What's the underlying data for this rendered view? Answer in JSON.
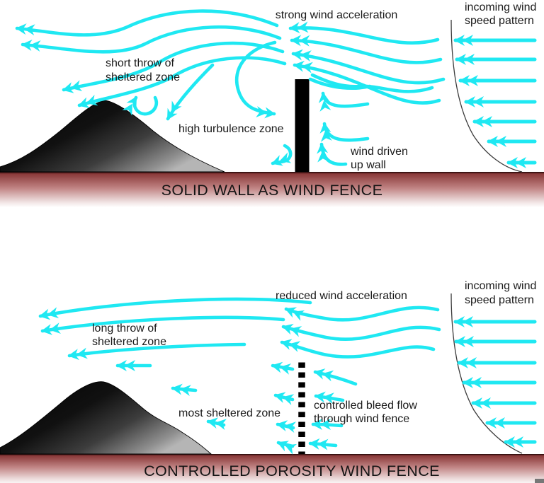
{
  "colors": {
    "arrow": "#1fe8f2",
    "ground": "#8a3939",
    "ink": "#1a1a1a"
  },
  "top_panel": {
    "title": "SOLID WALL AS WIND FENCE",
    "labels": {
      "acceleration": "strong wind acceleration",
      "incoming_line1": "incoming wind",
      "incoming_line2": "speed pattern",
      "throw_line1": "short throw of",
      "throw_line2": "sheltered zone",
      "turbulence": "high turbulence zone",
      "wall_line1": "wind driven",
      "wall_line2": "up wall"
    }
  },
  "bottom_panel": {
    "title": "CONTROLLED POROSITY WIND FENCE",
    "labels": {
      "acceleration": "reduced wind acceleration",
      "incoming_line1": "incoming wind",
      "incoming_line2": "speed pattern",
      "throw_line1": "long throw of",
      "throw_line2": "sheltered zone",
      "sheltered": "most sheltered zone",
      "bleed_line1": "controlled bleed flow",
      "bleed_line2": "through wind fence"
    }
  }
}
